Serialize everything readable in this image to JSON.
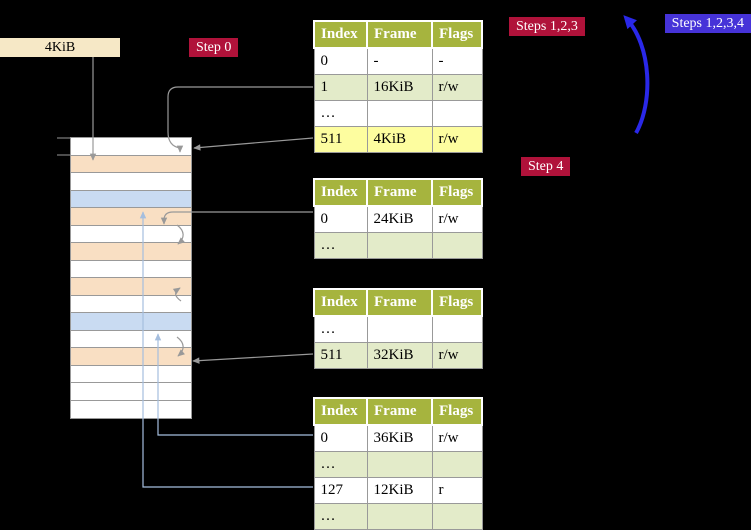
{
  "page_box": {
    "label": "4KiB"
  },
  "step_labels": {
    "step0": "Step 0",
    "steps123": "Steps 1,2,3",
    "steps1234": "Steps 1,2,3,4",
    "step4": "Step 4"
  },
  "tables": [
    {
      "name": "level-4-page-table",
      "headers": [
        "Index",
        "Frame",
        "Flags"
      ],
      "rows": [
        {
          "bg": "white",
          "cells": [
            "0",
            "-",
            "-"
          ]
        },
        {
          "bg": "green",
          "cells": [
            "1",
            "16KiB",
            "r/w"
          ]
        },
        {
          "bg": "white",
          "cells": [
            "…",
            "",
            ""
          ]
        },
        {
          "bg": "yellow",
          "cells": [
            "511",
            "4KiB",
            "r/w"
          ]
        }
      ]
    },
    {
      "name": "level-3-page-table",
      "headers": [
        "Index",
        "Frame",
        "Flags"
      ],
      "rows": [
        {
          "bg": "white",
          "cells": [
            "0",
            "24KiB",
            "r/w"
          ]
        },
        {
          "bg": "green",
          "cells": [
            "…",
            "",
            ""
          ]
        }
      ]
    },
    {
      "name": "level-2-page-table",
      "headers": [
        "Index",
        "Frame",
        "Flags"
      ],
      "rows": [
        {
          "bg": "white",
          "cells": [
            "…",
            "",
            ""
          ]
        },
        {
          "bg": "green",
          "cells": [
            "511",
            "32KiB",
            "r/w"
          ]
        }
      ]
    },
    {
      "name": "level-1-page-table",
      "headers": [
        "Index",
        "Frame",
        "Flags"
      ],
      "rows": [
        {
          "bg": "white",
          "cells": [
            "0",
            "36KiB",
            "r/w"
          ]
        },
        {
          "bg": "green",
          "cells": [
            "…",
            "",
            ""
          ]
        },
        {
          "bg": "white",
          "cells": [
            "127",
            "12KiB",
            "r"
          ]
        },
        {
          "bg": "green",
          "cells": [
            "…",
            "",
            ""
          ]
        }
      ]
    }
  ],
  "memory": {
    "rows": [
      "white",
      "peach",
      "white",
      "blue",
      "peach",
      "white",
      "peach",
      "white",
      "peach",
      "white",
      "blue",
      "white",
      "peach",
      "white",
      "white",
      "white"
    ]
  },
  "colors": {
    "background": "#000000",
    "label_crimson": "#b0123a",
    "label_blue": "#4633d8",
    "table_header_green": "#a6b43e",
    "row_light_green": "#e3ebc9",
    "row_yellow": "#fdfd9f",
    "memory_peach": "#f9dfc3",
    "memory_blue": "#c9dbf2",
    "page_box_beige": "#f6e8c6",
    "big_arrow_blue": "#2a28e8",
    "connector_gray": "#999999",
    "connector_light_blue": "#a5bede"
  }
}
